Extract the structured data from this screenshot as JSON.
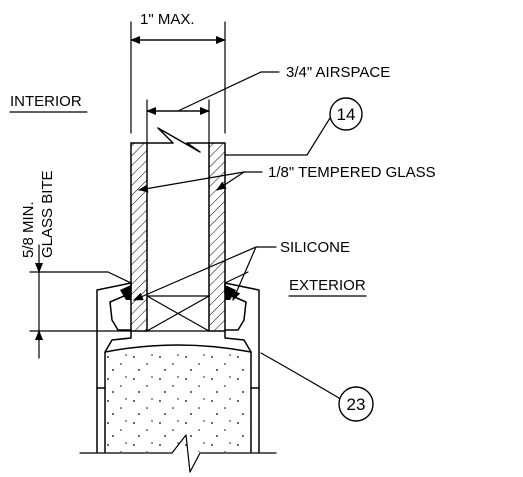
{
  "labels": {
    "width_max": "1\" MAX.",
    "airspace": "3/4\" AIRSPACE",
    "interior": "INTERIOR",
    "exterior": "EXTERIOR",
    "tempered_glass": "1/8\" TEMPERED GLASS",
    "silicone": "SILICONE",
    "glass_bite_line1": "5/8 MIN.",
    "glass_bite_line2": "GLASS BITE"
  },
  "callouts": {
    "top": "14",
    "bottom": "23"
  }
}
